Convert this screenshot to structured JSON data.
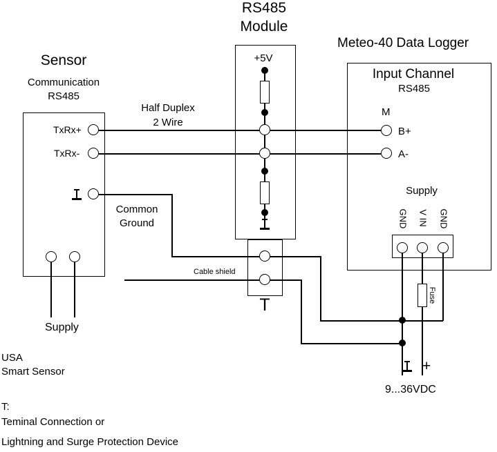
{
  "sensor": {
    "title": "Sensor",
    "subtitle": "Communication\nRS485",
    "txrx_plus": "TxRx+",
    "txrx_minus": "TxRx-",
    "supply": "Supply"
  },
  "module": {
    "title": "RS485\nModule",
    "supply_5v": "+5V",
    "t": "T"
  },
  "logger": {
    "title": "Meteo-40 Data Logger",
    "input_channel": "Input Channel",
    "rs485": "RS485",
    "m": "M",
    "b_plus": "B+",
    "a_minus": "A-",
    "supply": "Supply",
    "terminal_gnd_left": "GND",
    "terminal_v_in": "V IN",
    "terminal_gnd_right": "GND",
    "fuse": "Fuse",
    "plus": "+",
    "voltage_range": "9...36VDC"
  },
  "wiring": {
    "half_duplex": "Half Duplex\n2 Wire",
    "common_ground": "Common\nGround",
    "cable_shield": "Cable shield"
  },
  "notes": {
    "line1": "USA",
    "line2": "Smart Sensor",
    "t_heading": "T:",
    "t_def1": "Teminal Connection or",
    "t_def2": "Lightning and Surge Protection Device"
  },
  "colors": {
    "line": "#000000",
    "background": "#ffffff"
  }
}
